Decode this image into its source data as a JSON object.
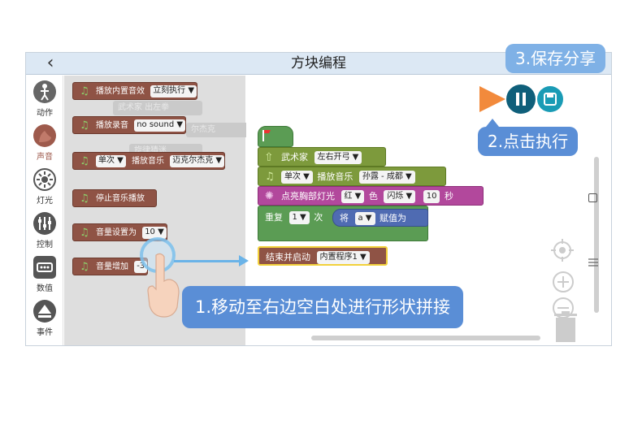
{
  "header": {
    "back_icon": "‹",
    "title": "方块编程"
  },
  "categories": [
    {
      "icon": "person-icon",
      "label": "动作"
    },
    {
      "icon": "sound-icon",
      "label": "声音"
    },
    {
      "icon": "light-icon",
      "label": "灯光"
    },
    {
      "icon": "slider-icon",
      "label": "控制"
    },
    {
      "icon": "number-icon",
      "label": "数值"
    },
    {
      "icon": "event-icon",
      "label": "事件"
    }
  ],
  "palette": {
    "blocks": [
      {
        "label": "播放内置音效",
        "chip": "立刻执行 ▼"
      },
      {
        "label": "播放录音",
        "chip": "no sound ▼"
      },
      {
        "label_prefix_chip": "单次 ▼",
        "label": "播放音乐",
        "chip": "迈克尔杰克 ▼"
      },
      {
        "label": "停止音乐播放",
        "chip": ""
      },
      {
        "label": "音量设置为",
        "chip": "10 ▼"
      },
      {
        "label": "音量增加",
        "chip": "-3"
      }
    ],
    "ghosts": [
      "武术家  出左拳",
      "尔杰克",
      "旋律猜迷"
    ]
  },
  "workspace": {
    "blocks": [
      {
        "label": "武术家",
        "chips": [
          "左右开弓 ▼"
        ]
      },
      {
        "chip0": "单次 ▼",
        "label": "播放音乐",
        "chips": [
          "孙露 - 成都 ▼"
        ]
      },
      {
        "label": "点亮胸部灯光",
        "chips": [
          "红 ▼"
        ],
        "mid": "色",
        "chips2": [
          "闪烁 ▼"
        ],
        "num": "10",
        "suffix": "秒"
      },
      {
        "label": "重复",
        "num": "1 ▼",
        "mid": "次"
      },
      {
        "label": "将",
        "chips": [
          "a ▼"
        ],
        "suffix": "赋值为"
      },
      {
        "label": "结束并启动",
        "chips": [
          "内置程序1 ▼"
        ]
      }
    ]
  },
  "callouts": {
    "save": "3.保存分享",
    "run": "2.点击执行",
    "drag": "1.移动至右边空白处进行形状拼接"
  },
  "colors": {
    "run": "#f28a3c",
    "pause": "#0f5f7a",
    "save": "#1a9bb5",
    "header": "#dce8f4"
  }
}
